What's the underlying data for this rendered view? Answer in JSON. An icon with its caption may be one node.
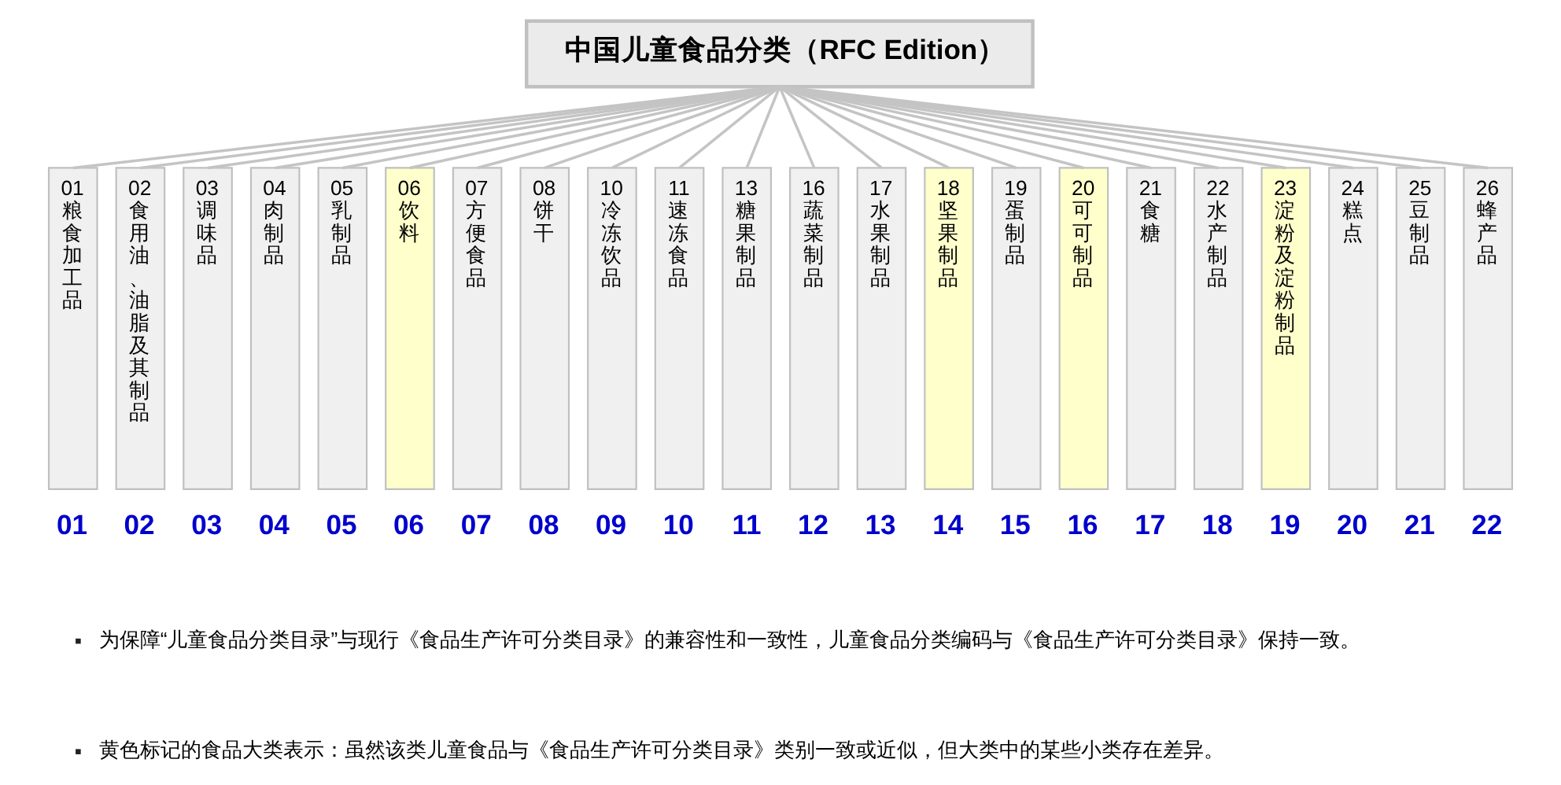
{
  "diagram": {
    "nodes": [
      {
        "text": [
          "中国儿童食品分类（RFC Edition）"
        ]
      },
      {
        "text": [
          "01 粮食加工品"
        ],
        "beside": [
          "01"
        ]
      },
      {
        "text": [
          "02 食用油、油脂及其制品"
        ],
        "beside": [
          "02"
        ]
      },
      {
        "text": [
          "03 调味品"
        ],
        "beside": [
          "03"
        ]
      },
      {
        "text": [
          "04 肉制品"
        ],
        "beside": [
          "04"
        ]
      },
      {
        "text": [
          "05 乳制品"
        ],
        "beside": [
          "05"
        ]
      },
      {
        "text": [
          "06 饮料"
        ],
        "beside": [
          "06"
        ]
      },
      {
        "text": [
          "07 方便食品"
        ],
        "beside": [
          "07"
        ]
      },
      {
        "text": [
          "08 饼干"
        ],
        "beside": [
          "08"
        ]
      },
      {
        "text": [
          "10 冷冻饮品"
        ],
        "beside": [
          "09"
        ]
      },
      {
        "text": [
          "11 速冻食品"
        ],
        "beside": [
          "10"
        ]
      },
      {
        "text": [
          "13 糖果制品"
        ],
        "beside": [
          "11"
        ]
      },
      {
        "text": [
          "16 蔬菜制品"
        ],
        "beside": [
          "12"
        ]
      },
      {
        "text": [
          "17 水果制品"
        ],
        "beside": [
          "13"
        ]
      },
      {
        "text": [
          "18 坚果制品"
        ],
        "beside": [
          "14"
        ]
      },
      {
        "text": [
          "19 蛋制品"
        ],
        "beside": [
          "15"
        ]
      },
      {
        "text": [
          "20 可可制品"
        ],
        "beside": [
          "16"
        ]
      },
      {
        "text": [
          "21 食糖"
        ],
        "beside": [
          "17"
        ]
      },
      {
        "text": [
          "22 水产制品"
        ],
        "beside": [
          "18"
        ]
      },
      {
        "text": [
          "23 淀粉及淀粉制品"
        ],
        "beside": [
          "19"
        ]
      },
      {
        "text": [
          "24 糕点"
        ],
        "beside": [
          "20"
        ]
      },
      {
        "text": [
          "25 豆制品"
        ],
        "beside": [
          "21"
        ]
      },
      {
        "text": [
          "26 蜂产品"
        ],
        "beside": [
          "22"
        ]
      }
    ],
    "edges": [
      {
        "from": 0,
        "to": 1,
        "arrow": "none"
      },
      {
        "from": 0,
        "to": 2,
        "arrow": "none"
      },
      {
        "from": 0,
        "to": 3,
        "arrow": "none"
      },
      {
        "from": 0,
        "to": 4,
        "arrow": "none"
      },
      {
        "from": 0,
        "to": 5,
        "arrow": "none"
      },
      {
        "from": 0,
        "to": 6,
        "arrow": "none"
      },
      {
        "from": 0,
        "to": 7,
        "arrow": "none"
      },
      {
        "from": 0,
        "to": 8,
        "arrow": "none"
      },
      {
        "from": 0,
        "to": 9,
        "arrow": "none"
      },
      {
        "from": 0,
        "to": 10,
        "arrow": "none"
      },
      {
        "from": 0,
        "to": 11,
        "arrow": "none"
      },
      {
        "from": 0,
        "to": 12,
        "arrow": "none"
      },
      {
        "from": 0,
        "to": 13,
        "arrow": "none"
      },
      {
        "from": 0,
        "to": 14,
        "arrow": "none"
      },
      {
        "from": 0,
        "to": 15,
        "arrow": "none"
      },
      {
        "from": 0,
        "to": 16,
        "arrow": "none"
      },
      {
        "from": 0,
        "to": 17,
        "arrow": "none"
      },
      {
        "from": 0,
        "to": 18,
        "arrow": "none"
      },
      {
        "from": 0,
        "to": 19,
        "arrow": "none"
      },
      {
        "from": 0,
        "to": 20,
        "arrow": "none"
      },
      {
        "from": 0,
        "to": 21,
        "arrow": "none"
      },
      {
        "from": 0,
        "to": 22,
        "arrow": "none"
      }
    ],
    "labels": [
      "为保障“儿童食品分类目录”与现行《食品生产许可分类目录》的兼容性和一致性，儿童食品分类编码与《食品生产许可分类目录》保持一致。",
      "黄色标记的食品大类表示：虽然该类儿童食品与《食品生产许可分类目录》类别一致或近似，但大类中的某些小类存在差异。"
    ]
  }
}
